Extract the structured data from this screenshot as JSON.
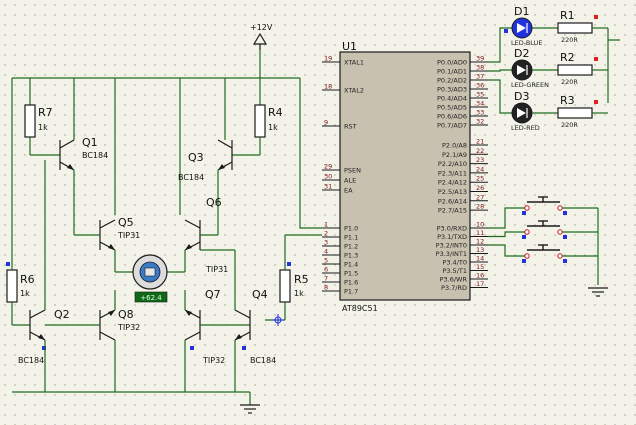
{
  "supply": {
    "label": "+12V"
  },
  "mcu": {
    "ref": "U1",
    "part": "AT89C51",
    "left_pins": [
      {
        "num": "19",
        "name": "XTAL1"
      },
      {
        "num": "18",
        "name": "XTAL2"
      },
      {
        "num": "9",
        "name": "RST"
      },
      {
        "num": "29",
        "name": "PSEN"
      },
      {
        "num": "30",
        "name": "ALE"
      },
      {
        "num": "31",
        "name": "EA"
      },
      {
        "num": "1",
        "name": "P1.0"
      },
      {
        "num": "2",
        "name": "P1.1"
      },
      {
        "num": "3",
        "name": "P1.2"
      },
      {
        "num": "4",
        "name": "P1.3"
      },
      {
        "num": "5",
        "name": "P1.4"
      },
      {
        "num": "6",
        "name": "P1.5"
      },
      {
        "num": "7",
        "name": "P1.6"
      },
      {
        "num": "8",
        "name": "P1.7"
      }
    ],
    "right_pins": [
      {
        "num": "39",
        "name": "P0.0/AD0"
      },
      {
        "num": "38",
        "name": "P0.1/AD1"
      },
      {
        "num": "37",
        "name": "P0.2/AD2"
      },
      {
        "num": "36",
        "name": "P0.3/AD3"
      },
      {
        "num": "35",
        "name": "P0.4/AD4"
      },
      {
        "num": "34",
        "name": "P0.5/AD5"
      },
      {
        "num": "33",
        "name": "P0.6/AD6"
      },
      {
        "num": "32",
        "name": "P0.7/AD7"
      },
      {
        "num": "21",
        "name": "P2.0/A8"
      },
      {
        "num": "22",
        "name": "P2.1/A9"
      },
      {
        "num": "23",
        "name": "P2.2/A10"
      },
      {
        "num": "24",
        "name": "P2.3/A11"
      },
      {
        "num": "25",
        "name": "P2.4/A12"
      },
      {
        "num": "26",
        "name": "P2.5/A13"
      },
      {
        "num": "27",
        "name": "P2.6/A14"
      },
      {
        "num": "28",
        "name": "P2.7/A15"
      },
      {
        "num": "10",
        "name": "P3.0/RXD"
      },
      {
        "num": "11",
        "name": "P3.1/TXD"
      },
      {
        "num": "12",
        "name": "P3.2/INT0"
      },
      {
        "num": "13",
        "name": "P3.3/INT1"
      },
      {
        "num": "14",
        "name": "P3.4/T0"
      },
      {
        "num": "15",
        "name": "P3.5/T1"
      },
      {
        "num": "16",
        "name": "P3.6/WR"
      },
      {
        "num": "17",
        "name": "P3.7/RD"
      }
    ]
  },
  "transistors": [
    {
      "ref": "Q1",
      "part": "BC184"
    },
    {
      "ref": "Q2",
      "part": ""
    },
    {
      "ref": "Q3",
      "part": "BC184"
    },
    {
      "ref": "Q4",
      "part": ""
    },
    {
      "ref": "Q5",
      "part": "TIP31"
    },
    {
      "ref": "Q6",
      "part": ""
    },
    {
      "ref": "Q7",
      "part": ""
    },
    {
      "ref": "Q8",
      "part": "TIP32"
    }
  ],
  "extra_labels": {
    "q2_part": "BC184",
    "q6_part": "TIP31",
    "q7_part": "TIP32",
    "q4_part": "BC184"
  },
  "resistors": [
    {
      "ref": "R7",
      "value": "1k"
    },
    {
      "ref": "R4",
      "value": "1k"
    },
    {
      "ref": "R6",
      "value": "1k"
    },
    {
      "ref": "R5",
      "value": "1k"
    },
    {
      "ref": "R1",
      "value": "220R"
    },
    {
      "ref": "R2",
      "value": "220R"
    },
    {
      "ref": "R3",
      "value": "220R"
    }
  ],
  "leds": [
    {
      "ref": "D1",
      "label": "LED-BLUE",
      "color": "#2233dd"
    },
    {
      "ref": "D2",
      "label": "LED-GREEN",
      "color": "#222222"
    },
    {
      "ref": "D3",
      "label": "LED-RED",
      "color": "#222222"
    }
  ],
  "motor": {
    "readout": "+62.4"
  }
}
